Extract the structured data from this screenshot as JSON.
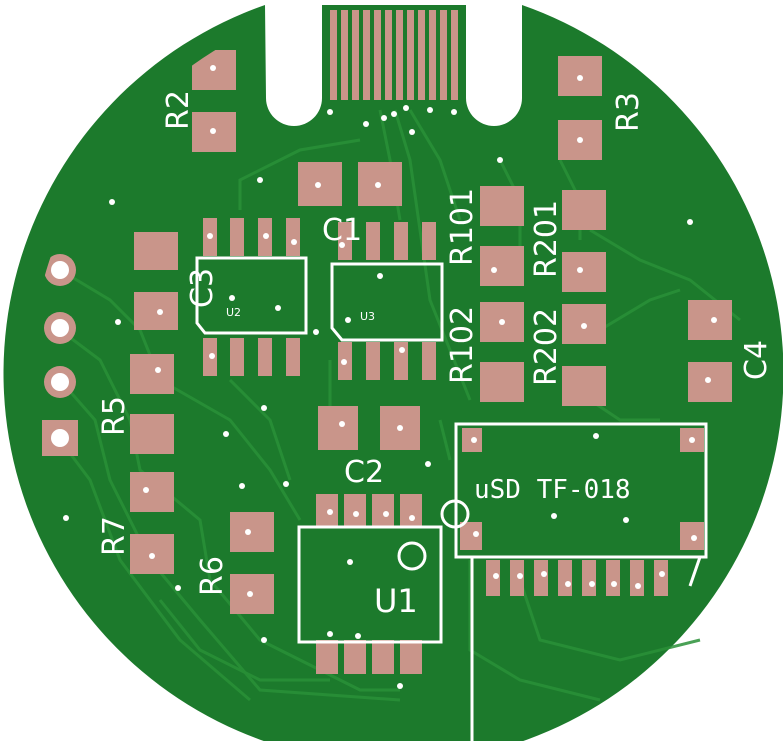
{
  "board": {
    "colors": {
      "soldermask": "#1c7a2c",
      "copper_shade": "#2a8a36",
      "trace": "#1f7f30",
      "trace_edge": "#155f22",
      "pad": "#c9958a",
      "silkscreen": "#ffffff",
      "via": "#ffffff",
      "background": "#ffffff"
    },
    "labels": {
      "r2": "R2",
      "r3": "R3",
      "c1": "C1",
      "c2": "C2",
      "c3": "C3",
      "c4": "C4",
      "r5": "R5",
      "r6": "R6",
      "r7": "R7",
      "r101": "R101",
      "r102": "R102",
      "r201": "R201",
      "r202": "R202",
      "u1": "U1",
      "u2": "U2",
      "u3": "U3",
      "usd": "uSD TF-018"
    }
  }
}
